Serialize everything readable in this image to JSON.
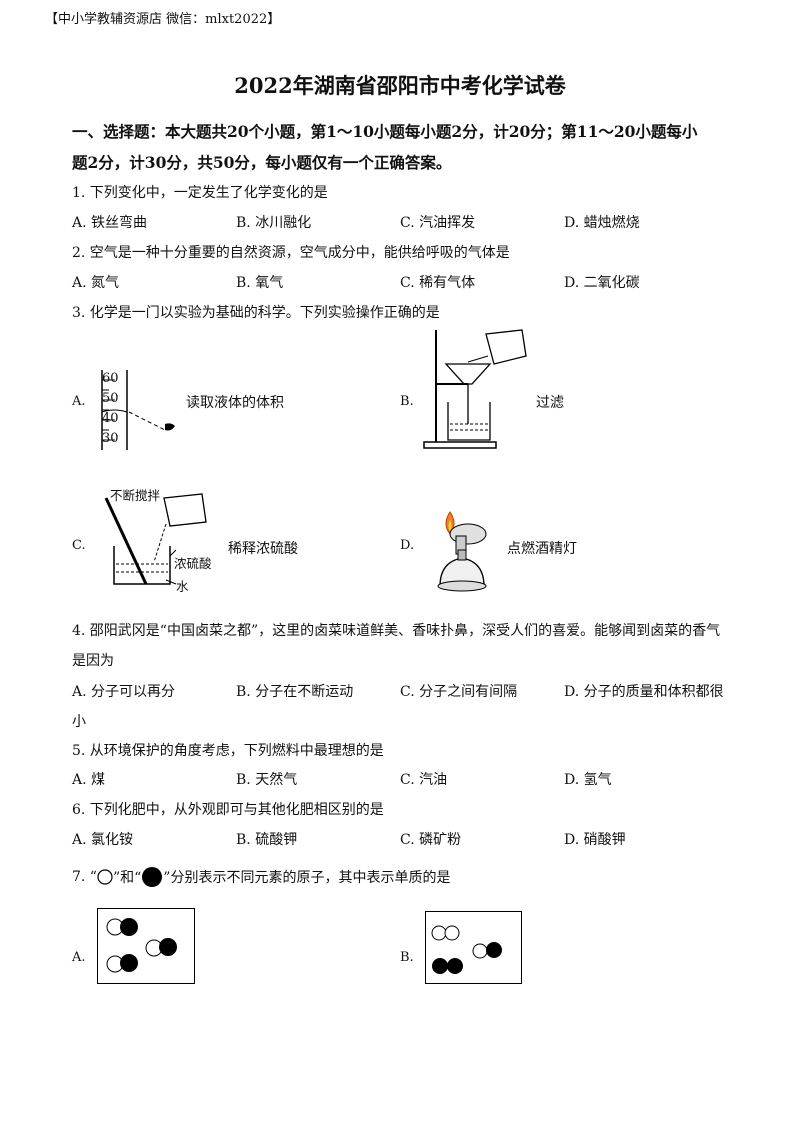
{
  "header": "【中小学教辅资源店 微信：mlxt2022】",
  "title": "2022年湖南省邵阳市中考化学试卷",
  "section": {
    "line1": "一、选择题：本大题共20个小题，第1～10小题每小题2分，计20分；第11～20小题每小",
    "line2": "题2分，计30分，共50分，每小题仅有一个正确答案。"
  },
  "q1": {
    "stem": "1. 下列变化中，一定发生了化学变化的是",
    "options": [
      "A. 铁丝弯曲",
      "B. 冰川融化",
      "C. 汽油挥发",
      "D. 蜡烛燃烧"
    ]
  },
  "q2": {
    "stem": "2. 空气是一种十分重要的自然资源，空气成分中，能供给呼吸的气体是",
    "options": [
      "A.  氮气",
      "B.  氧气",
      "C.  稀有气体",
      "D.  二氧化碳"
    ]
  },
  "q3": {
    "stem": "3. 化学是一门以实验为基础的科学。下列实验操作正确的是",
    "options": [
      {
        "letter": "A.",
        "caption": "读取液体的体积",
        "ticks": [
          "60",
          "50",
          "40",
          "30"
        ]
      },
      {
        "letter": "B.",
        "caption": "过滤"
      },
      {
        "letter": "C.",
        "caption": "稀释浓硫酸",
        "labels": [
          "不断搅拌",
          "浓硫酸",
          "水"
        ]
      },
      {
        "letter": "D.",
        "caption": "点燃酒精灯"
      }
    ]
  },
  "q4": {
    "stem1": "4. 邵阳武冈是“中国卤菜之都”，这里的卤菜味道鲜美、香味扑鼻，深受人们的喜爱。能够闻到卤菜的香气",
    "stem2": "是因为",
    "options": [
      "A.  分子可以再分",
      "B.  分子在不断运动",
      "C.  分子之间有间隔",
      "D.  分子的质量和体积都很"
    ],
    "wrap": "小"
  },
  "q5": {
    "stem": "5. 从环境保护的角度考虑，下列燃料中最理想的是",
    "options": [
      "A.  煤",
      "B.  天然气",
      "C.  汽油",
      "D.  氢气"
    ]
  },
  "q6": {
    "stem": "6. 下列化肥中，从外观即可与其他化肥相区别的是",
    "options": [
      "A. 氯化铵",
      "B. 硫酸钾",
      "C. 磷矿粉",
      "D. 硝酸钾"
    ]
  },
  "q7": {
    "pre": "7. “",
    "mid": "”和“",
    "post": "”分别表示不同元素的原子，其中表示单质的是",
    "options": [
      "A.",
      "B."
    ]
  }
}
